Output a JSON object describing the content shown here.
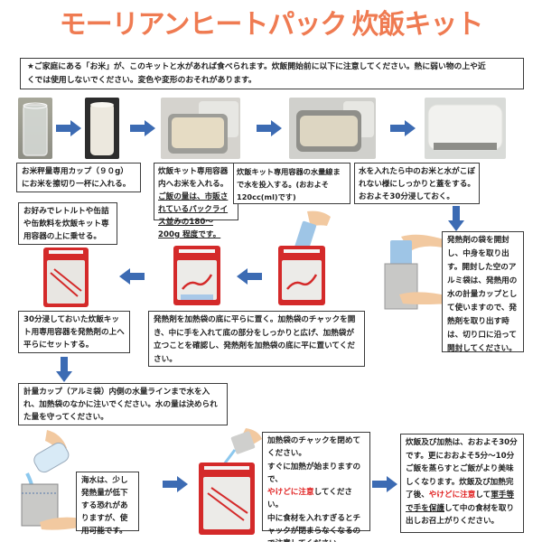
{
  "title": {
    "katakana": "モーリアンヒートパック",
    "kanji": "炊飯キット"
  },
  "notice": {
    "star": "★",
    "line1": "ご家庭にある「お米」が、このキットと水があれば食べられます。炊飯開始前に以下に注意してください。熱に弱い物の上や近",
    "line2": "くでは使用しないでください。変色や変形のおそれがあります。"
  },
  "steps": {
    "s1": {
      "text": "お米秤量専用カップ（９０g）にお米を擦切り一杯に入れる。"
    },
    "s2": {
      "text_a": "炊飯キット専用容器内へお米を入れる。",
      "text_underlined": "ご飯の量は、市販されているパックライス並みの180～200g 程度です。"
    },
    "s3": {
      "text": "炊飯キット専用容器の水量線まで水を投入する。(おおよそ120cc(ml)です)"
    },
    "s4": {
      "text": "水を入れたら中のお米と水がこぼれない様にしっかりと蓋をする。おおよそ30分浸しておく。"
    },
    "s5": {
      "text": "発熱剤の袋を開封し、中身を取り出す。開封した空のアルミ袋は、発熱用の水の計量カップとして使いますので、発熱剤を取り出す時は、切り口に沿って開封してください。"
    },
    "s6": {
      "text": "発熱剤を加熱袋の底に平らに置く。加熱袋のチャックを開き、中に手を入れて底の部分をしっかりと広げ、加熱袋が立つことを確認し、発熱剤を加熱袋の底に平に置いてください。",
      "line1": "発熱剤を加熱袋の底に平らに置く。",
      "line2": "加熱袋のチャックを開き、中に手を入れて底の部分をしっかりと広げ、加熱袋が立つことを確認し、発熱剤を加熱袋の底に平に置いてください。"
    },
    "s7": {
      "text": "お好みでレトルトや缶詰や缶飲料を炊飯キット専用容器の上に乗せる。"
    },
    "s8": {
      "text": "30分浸しておいた炊飯キット用専用容器を発熱剤の上へ平らにセットする。"
    },
    "s9": {
      "text": "計量カップ（アルミ袋）内側の水量ラインまで水を入れ、加熱袋のなかに注いでください。水の量は決められた量を守ってください。"
    },
    "s10": {
      "text": "海水は、少し発熱量が低下する恐れがありますが、使用可能です。"
    },
    "s11": {
      "line1": "加熱袋のチャックを閉めてください。",
      "line2": "すぐに加熱が始まりますので、",
      "warn": "やけどに注意",
      "line3_rest": "してください。",
      "line4": "中に食材を入れすぎるとチャックが閉まらなくなるので注意してください。"
    },
    "s12": {
      "line1": "炊飯及び加熱は、おおよそ30分です。更におおよそ5分～10分ご飯を蒸らすとご飯がより美味しくなります。炊飯及び加熱完了後、",
      "warn": "やけどに注意",
      "mid": "して",
      "underlined": "軍手等で手を保護",
      "tail": "して中の食材を取り出しお召上がりください。"
    }
  },
  "colors": {
    "title": "#ef7b52",
    "arrow": "#3c6bb3",
    "warn": "#e02020",
    "bag_red": "#d42a2a"
  }
}
